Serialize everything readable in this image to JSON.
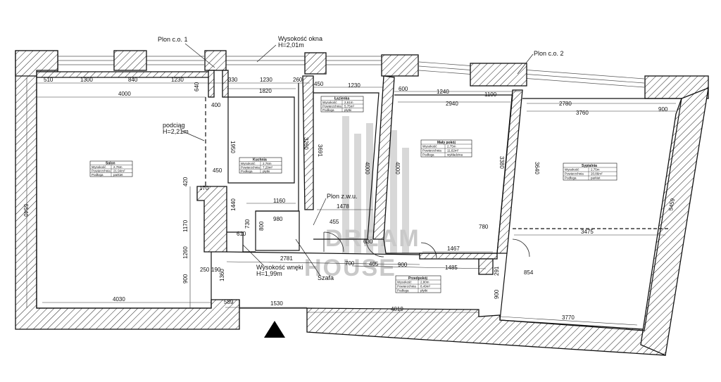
{
  "labels": {
    "plan_co1": "Plon c.o. 1",
    "window_height_title": "Wysokość okna",
    "window_height_value": "H=2,01m",
    "plan_co2": "Plon c.o. 2",
    "podciag_title": "podciąg",
    "podciag_value": "H=2,21m",
    "plan_zwu": "Plon z.w.u.",
    "niche_title": "Wysokość wnęki",
    "niche_value": "H=1,99m",
    "szafa": "Szafa"
  },
  "watermark": {
    "line1": "DREAM",
    "line2": "HOUSE"
  },
  "rooms": [
    {
      "name": "Salon",
      "rows": [
        [
          "Wysokość",
          "2,76m"
        ],
        [
          "Powierzchnia",
          "21,94m²"
        ],
        [
          "Podłoga",
          "parkiet"
        ]
      ]
    },
    {
      "name": "Kuchnia",
      "rows": [
        [
          "Wysokość",
          "2,76m"
        ],
        [
          "Powierzchnia",
          "7,29m²"
        ],
        [
          "Podłoga",
          "płytki"
        ]
      ]
    },
    {
      "name": "Łazienka",
      "rows": [
        [
          "Wysokość",
          "2,61m"
        ],
        [
          "Powierzchnia",
          "5,75m²"
        ],
        [
          "Podłoga",
          "płytki"
        ]
      ]
    },
    {
      "name": "Mały pokój",
      "rows": [
        [
          "Wysokość",
          "2,75m"
        ],
        [
          "Powierzchnia",
          "11,62m²"
        ],
        [
          "Podłoga",
          "wykładzina"
        ]
      ]
    },
    {
      "name": "Sypialnia",
      "rows": [
        [
          "Wysokość",
          "2,75m"
        ],
        [
          "Powierzchnia",
          "20,86m²"
        ],
        [
          "Podłoga",
          "parkiet"
        ]
      ]
    },
    {
      "name": "Przedpokój",
      "rows": [
        [
          "Wysokość",
          "2,80m"
        ],
        [
          "Powierzchnia",
          "8,49m²"
        ],
        [
          "Podłoga",
          "płytki"
        ]
      ]
    }
  ],
  "dimensions": {
    "top_segments": [
      "510",
      "1300",
      "840",
      "1230",
      "640",
      "330",
      "1230",
      "260",
      "450",
      "1230",
      "600",
      "1240",
      "1100"
    ],
    "salon_width": "4000",
    "kitchen_width": "1820",
    "salon_height": "5540",
    "bath_height": "3691",
    "kitchen_height": "3260",
    "hall_left": [
      "400",
      "1950",
      "450",
      "420",
      "170"
    ],
    "pillar": [
      "1170",
      "1260",
      "250",
      "190",
      "900",
      "1360"
    ],
    "salon_bottom": "4030",
    "bottom_segments": [
      "589",
      "1530",
      "4019",
      "3770"
    ],
    "hall": [
      "1160",
      "980",
      "610",
      "800",
      "730",
      "1440",
      "1478",
      "2781",
      "700",
      "405",
      "900",
      "1485",
      "1467"
    ],
    "bath": [
      "4000",
      "4000",
      "455",
      "630"
    ],
    "small_room": [
      "2940",
      "3380",
      "780"
    ],
    "bedroom": [
      "2780",
      "3760",
      "900",
      "3640",
      "3475",
      "5459",
      "854",
      "291",
      "900"
    ]
  }
}
